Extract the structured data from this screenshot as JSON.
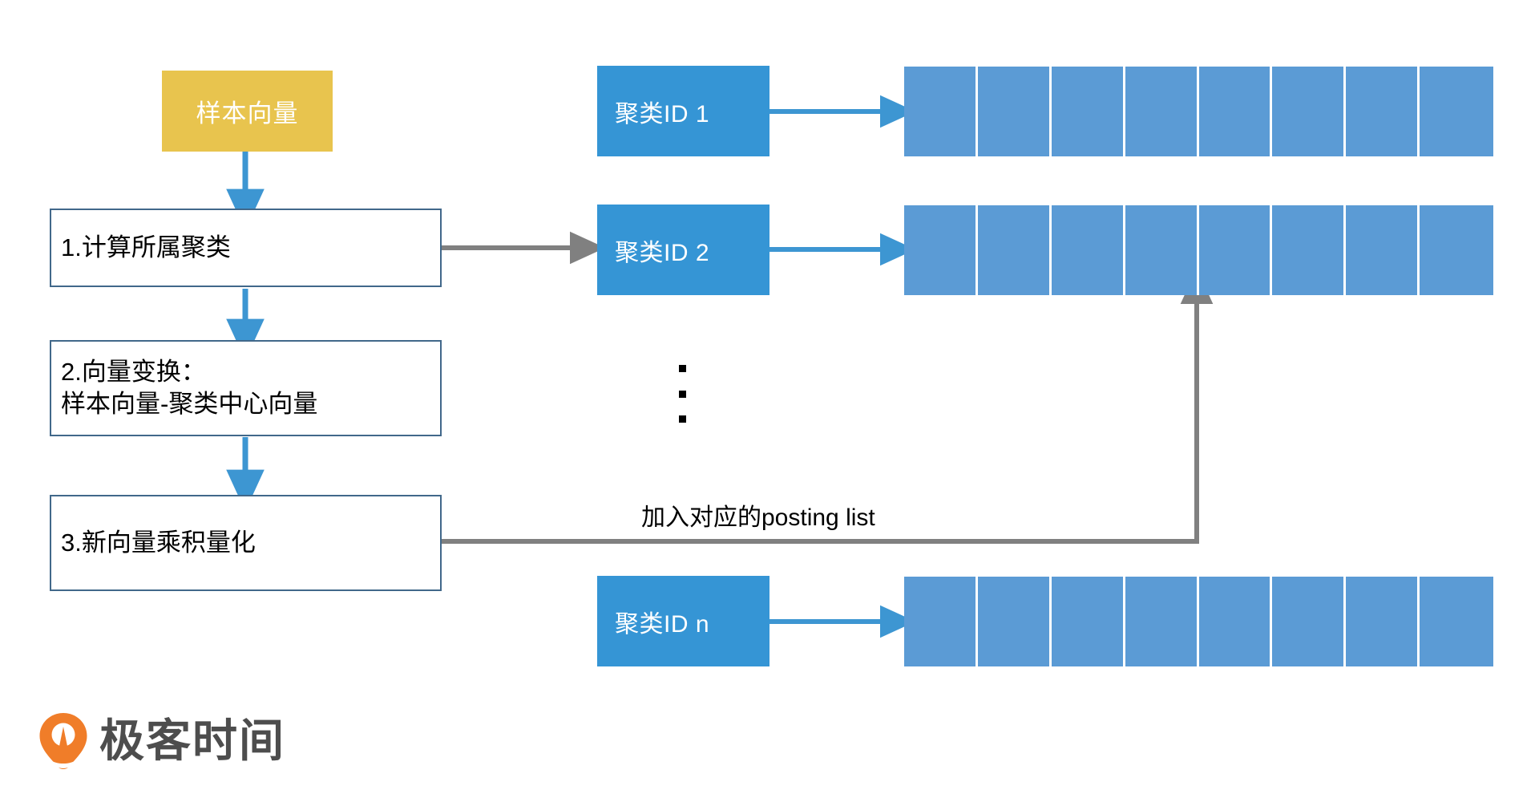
{
  "diagram": {
    "title_text": "",
    "colors": {
      "sample_fill": "#E8C44E",
      "step_border": "#41688A",
      "cluster_fill": "#3595D5",
      "posting_cell_fill": "#5B9BD5",
      "blue_arrow": "#3D96D2",
      "gray_arrow": "#808080",
      "logo_orange": "#F07D29",
      "logo_text_gray": "#4D4D4D"
    },
    "pipeline": {
      "sample_node": {
        "label": "样本向量"
      },
      "steps": [
        {
          "label": "1.计算所属聚类"
        },
        {
          "label": "2.向量变换：\n   样本向量-聚类中心向量"
        },
        {
          "label": "3.新向量乘积量化"
        }
      ]
    },
    "clusters": [
      {
        "label": "聚类ID 1",
        "cell_count": 8
      },
      {
        "label": "聚类ID 2",
        "cell_count": 8
      },
      {
        "label": "聚类ID n",
        "cell_count": 8
      }
    ],
    "ellipsis": {
      "dot_count": 3,
      "meaning": "more clusters omitted"
    },
    "annotation": {
      "posting_label": "加入对应的posting list"
    },
    "logo": {
      "brand_text": "极客时间",
      "mark_name": "geekbang-pin-logo"
    }
  }
}
